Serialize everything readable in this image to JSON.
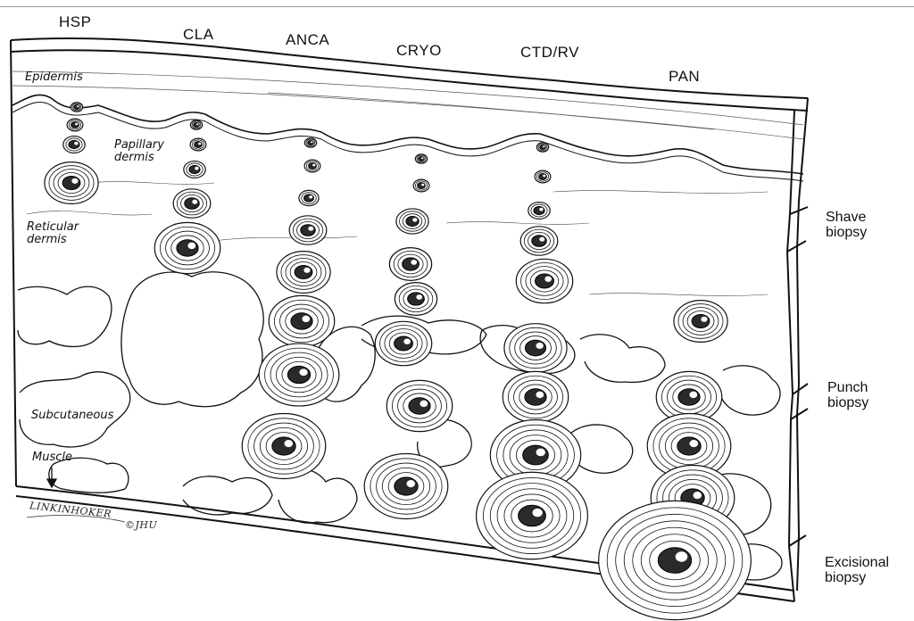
{
  "columns": [
    {
      "key": "hsp",
      "label": "HSP"
    },
    {
      "key": "cla",
      "label": "CLA"
    },
    {
      "key": "anca",
      "label": "ANCA"
    },
    {
      "key": "cryo",
      "label": "CRYO"
    },
    {
      "key": "ctd",
      "label": "CTD/RV"
    },
    {
      "key": "pan",
      "label": "PAN"
    }
  ],
  "layers": {
    "epidermis": "Epidermis",
    "papillary_line1": "Papillary",
    "papillary_line2": "dermis",
    "reticular_line1": "Reticular",
    "reticular_line2": "dermis",
    "subcutaneous": "Subcutaneous",
    "muscle": "Muscle"
  },
  "biopsies": {
    "shave_line1": "Shave",
    "shave_line2": "biopsy",
    "punch_line1": "Punch",
    "punch_line2": "biopsy",
    "excisional_line1": "Excisional",
    "excisional_line2": "biopsy"
  },
  "signature": {
    "artist": "LINKINHOKER",
    "copyright": "©JHU"
  },
  "colors": {
    "ink": "#111111",
    "background": "#ffffff",
    "vessel_lumen": "#2a2a2a"
  }
}
